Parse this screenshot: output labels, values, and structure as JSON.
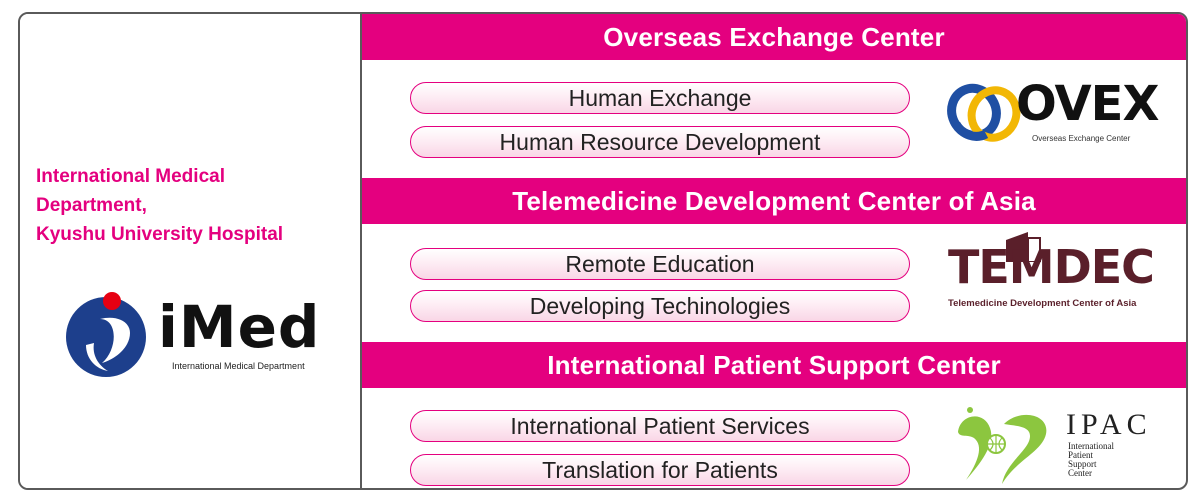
{
  "department": {
    "lines": [
      "International Medical",
      "Department,",
      "Kyushu University Hospital"
    ],
    "logo_text": "iMed",
    "logo_subtitle": "International Medical Department"
  },
  "sections": [
    {
      "title": "Overseas Exchange Center",
      "items": [
        "Human Exchange",
        "Human Resource Development"
      ],
      "logo_text": "OVEX",
      "logo_subtitle": "Overseas Exchange Center"
    },
    {
      "title": "Telemedicine Development Center of Asia",
      "items": [
        "Remote Education",
        "Developing Techinologies"
      ],
      "logo_text": "TEMDEC",
      "logo_subtitle": "Telemedicine Development Center of Asia"
    },
    {
      "title": "International Patient Support Center",
      "items": [
        "International Patient Services",
        "Translation for Patients"
      ],
      "logo_text": "IPAC",
      "logo_subtitle_lines": [
        "International",
        "Patient",
        "Support",
        "Center"
      ]
    }
  ],
  "colors": {
    "accent": "#e4007f",
    "border": "#5a5a5a",
    "pill_fill": "#fde9f2",
    "temdec": "#5a1f2a",
    "imed_blue": "#1d3f8c",
    "imed_red": "#e60012",
    "ovex_blue": "#1f4fa3",
    "ovex_gold": "#f2b705",
    "ipac_green": "#8cc63f"
  },
  "icons": [
    "imed-logo-icon",
    "ovex-rings-icon",
    "temdec-door-icon",
    "ipac-globe-icon"
  ]
}
